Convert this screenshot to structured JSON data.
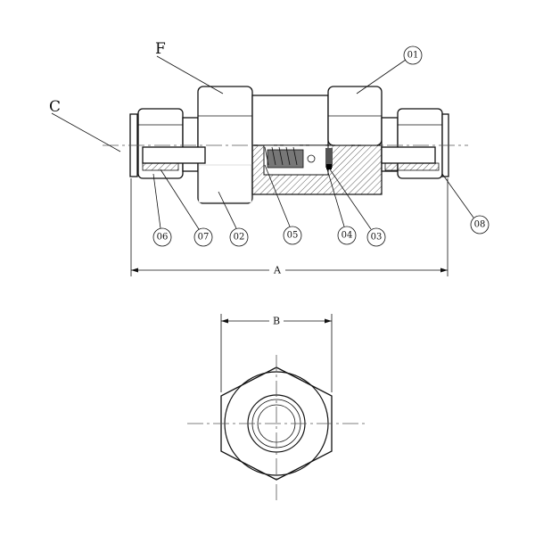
{
  "labels": {
    "F": "F",
    "C": "C"
  },
  "balloons": [
    "01",
    "06",
    "07",
    "02",
    "05",
    "04",
    "03",
    "08"
  ],
  "dimensions": {
    "A": "A",
    "B": "B"
  }
}
